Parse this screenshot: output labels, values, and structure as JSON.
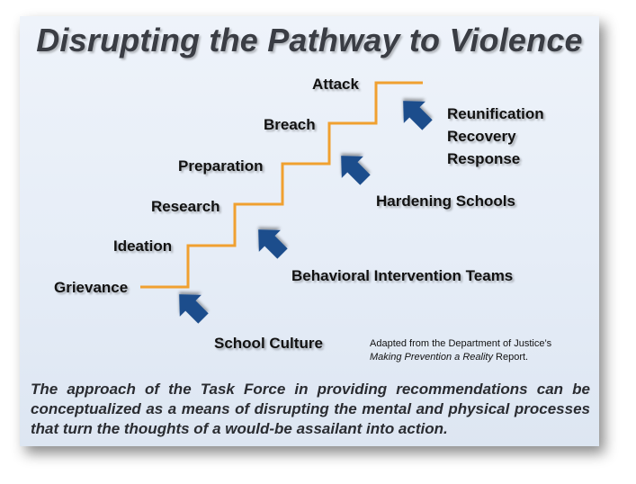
{
  "title": "Disrupting the Pathway to Violence",
  "steps": [
    "Grievance",
    "Ideation",
    "Research",
    "Preparation",
    "Breach",
    "Attack"
  ],
  "interventions": {
    "school_culture": "School Culture",
    "behavioral": "Behavioral Intervention Teams",
    "hardening": "Hardening Schools",
    "post_event": [
      "Reunification",
      "Recovery",
      "Response"
    ]
  },
  "note": {
    "line1": "Adapted from the Department of Justice’s",
    "italic": "Making Prevention a Reality",
    "suffix": " Report."
  },
  "caption": "The approach of the Task Force in providing recommendations can be conceptualized as a means of disrupting the mental and physical processes that turn the thoughts of a would-be assailant into action.",
  "colors": {
    "stair": "#f0a030",
    "arrow": "#1f4e8c",
    "title": "#3a3d44"
  }
}
